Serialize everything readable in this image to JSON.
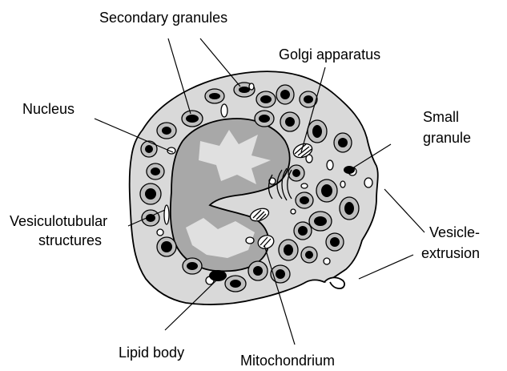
{
  "colors": {
    "cytoplasm": "#d9d9d9",
    "nucleus_outer": "#a8a8a8",
    "nucleus_inner": "#e0e0e0",
    "granule_fill": "#bfbfbf",
    "granule_core": "#000000",
    "vesicle": "#ffffff",
    "line": "#000000"
  },
  "labels": {
    "secondary_granules": "Secondary granules",
    "golgi_apparatus": "Golgi apparatus",
    "nucleus": "Nucleus",
    "small_granule_line1": "Small",
    "small_granule_line2": "granule",
    "vesiculotubular_line1": "Vesiculotubular",
    "vesiculotubular_line2": "structures",
    "vesicle_extrusion_line1": "Vesicle-",
    "vesicle_extrusion_line2": "extrusion",
    "lipid_body": "Lipid body",
    "mitochondrium": "Mitochondrium"
  }
}
